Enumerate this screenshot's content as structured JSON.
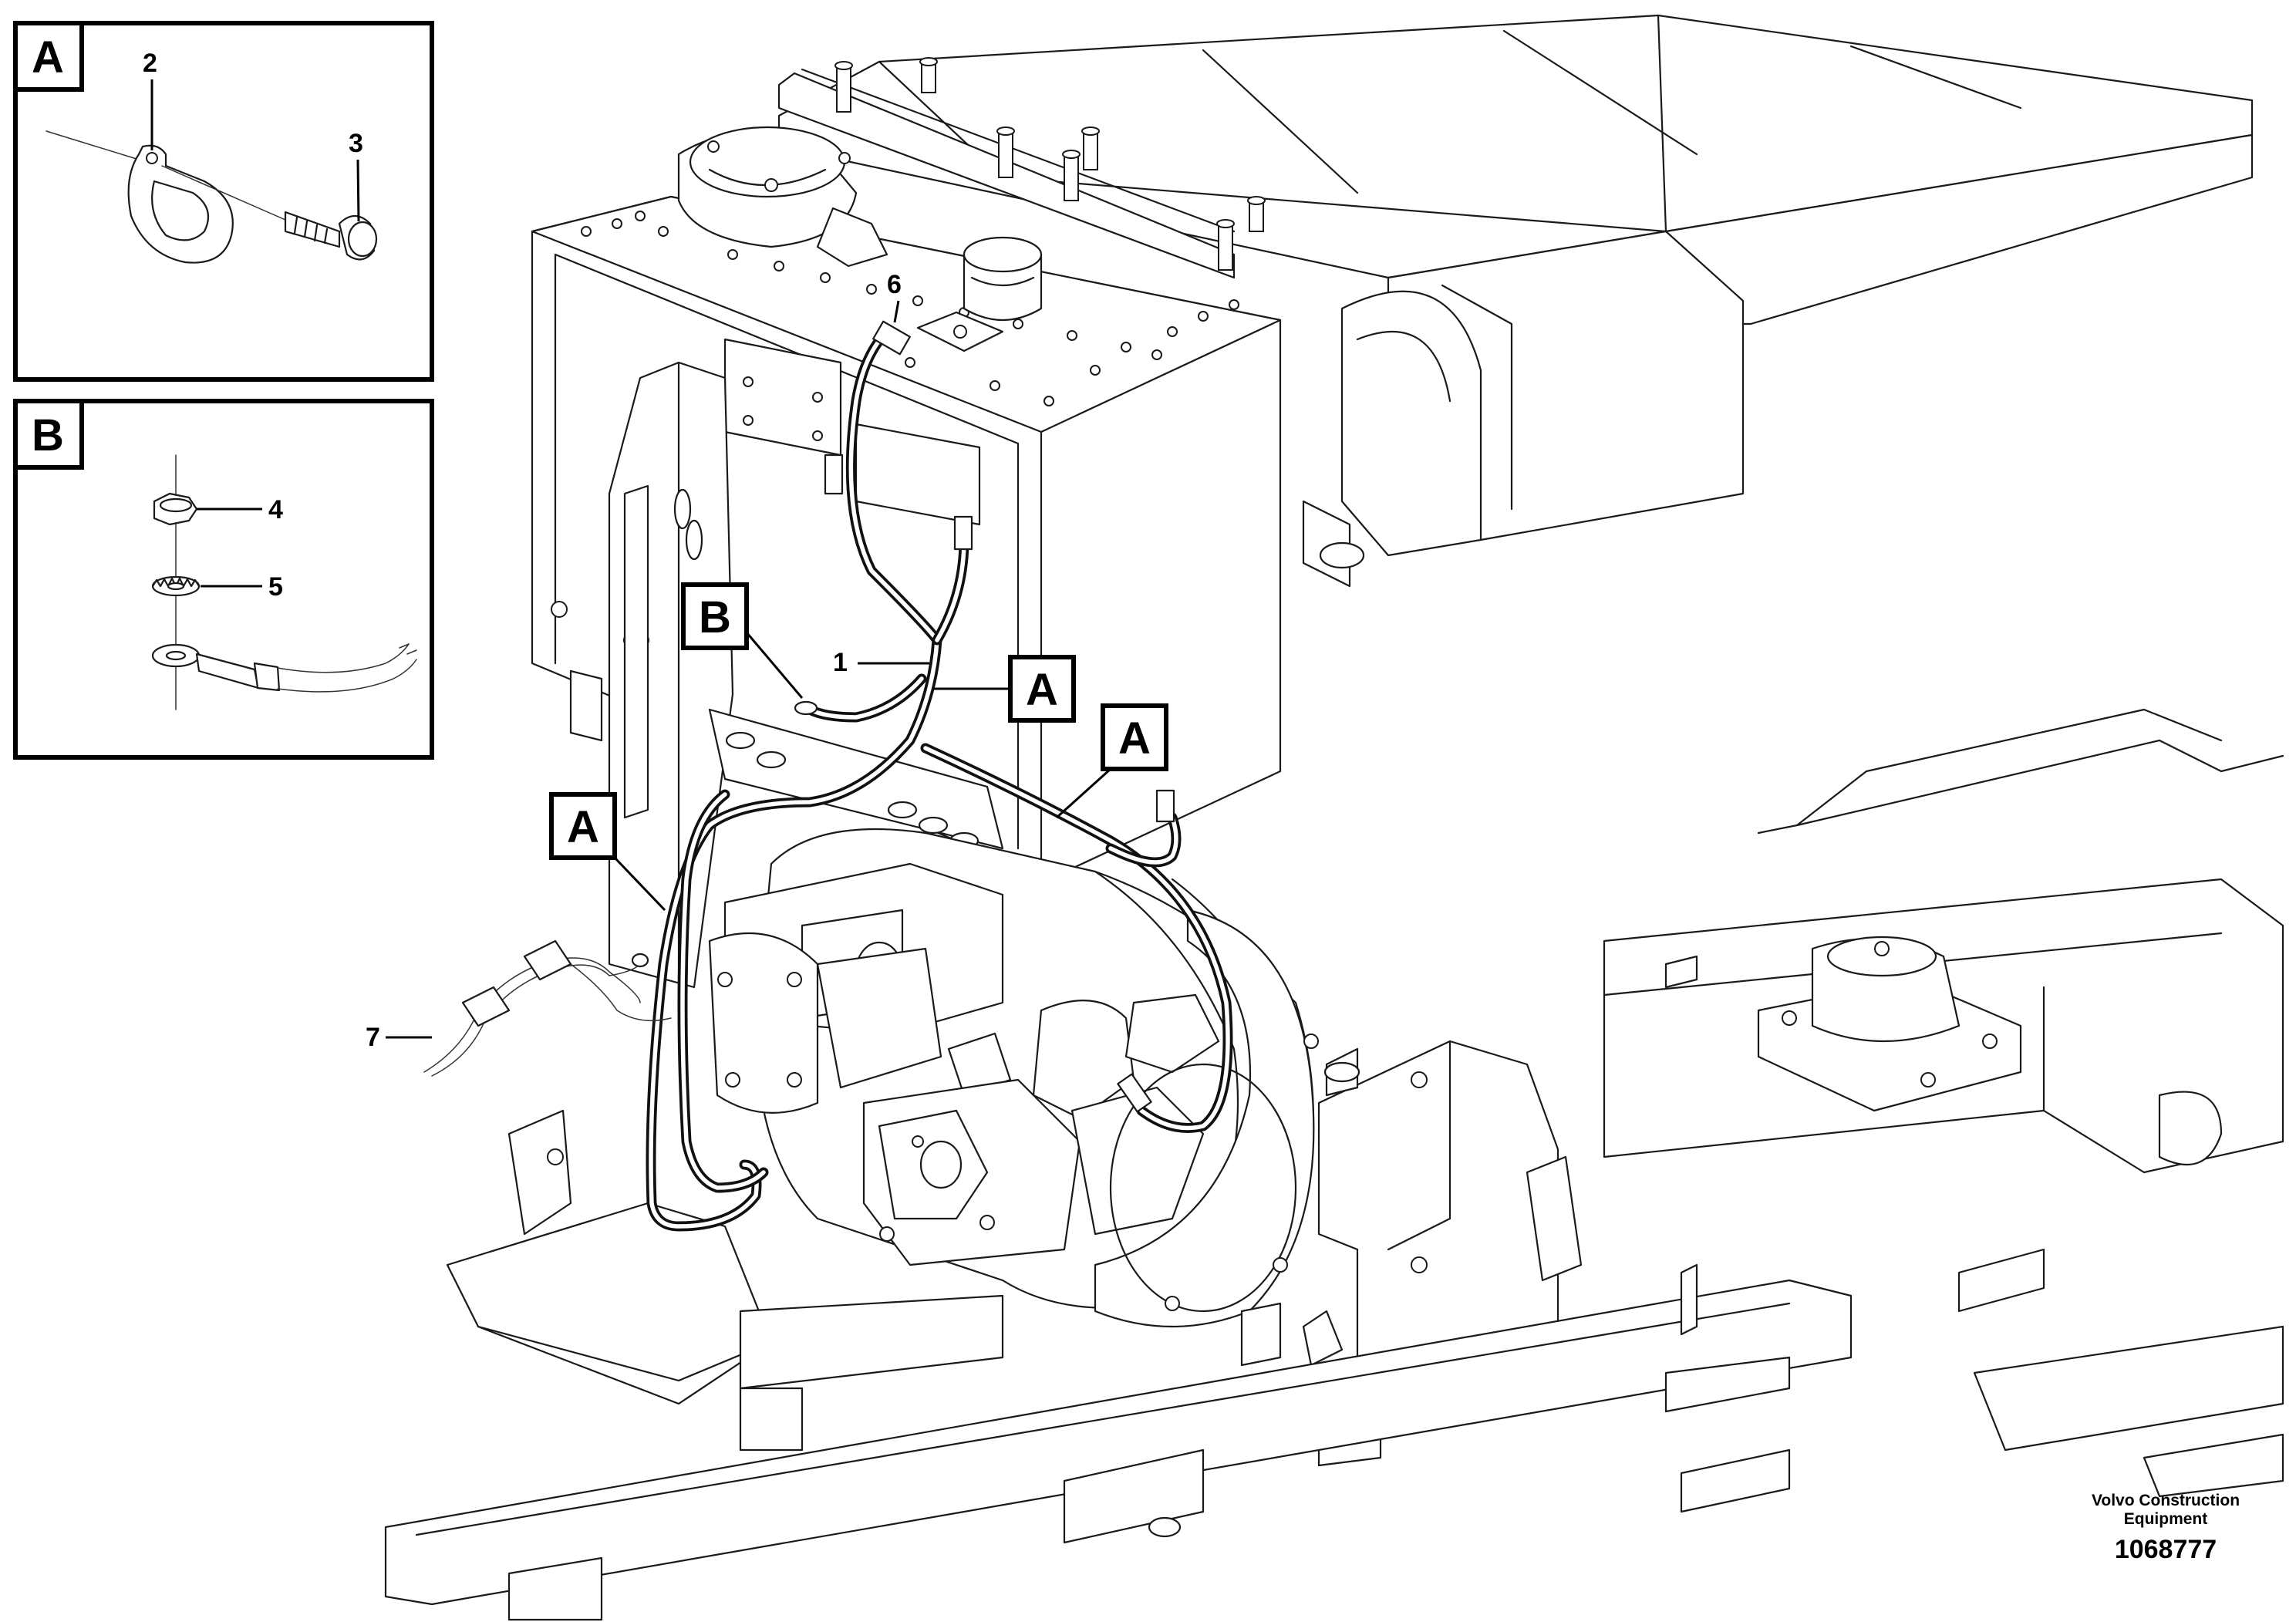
{
  "detail_views": [
    {
      "letter": "A",
      "callouts": [
        "2",
        "3"
      ]
    },
    {
      "letter": "B",
      "callouts": [
        "4",
        "5"
      ]
    }
  ],
  "main_callouts": [
    "1",
    "6",
    "7"
  ],
  "markers": [
    "A",
    "A",
    "A",
    "B"
  ],
  "footer": {
    "maker_line1": "Volvo Construction",
    "maker_line2": "Equipment",
    "doc_number": "1068777"
  }
}
